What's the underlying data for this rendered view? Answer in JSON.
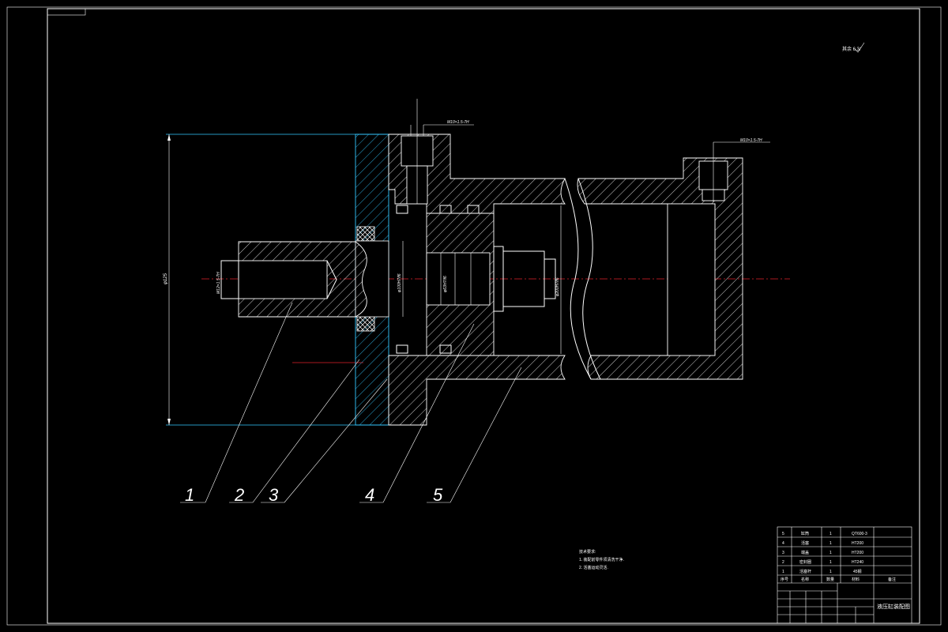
{
  "drawing": {
    "part_numbers": [
      "1",
      "2",
      "3",
      "4",
      "5"
    ],
    "dimensions": {
      "overall_height": "φ125",
      "thread_bolt": "M12×1.5-7H",
      "thread_top_left": "M10×1.5-7H",
      "thread_top_right": "M10×1.5-7H",
      "bore_piston": "φ100H7/f6",
      "bore_inner": "φ63H7/f6",
      "bore_cylinder": "φ200H7/f6"
    },
    "roughness_note": "其余 6.3/",
    "technical_notes": {
      "heading": "技术要求:",
      "line1": "1. 装配前零件须清洗干净.",
      "line2": "2. 活塞运动灵活."
    }
  },
  "parts_list": {
    "headers": {
      "no": "序号",
      "name": "名称",
      "qty": "数量",
      "material": "材料",
      "remark": "备注"
    },
    "rows": [
      {
        "no": "5",
        "name": "缸筒",
        "qty": "1",
        "material": "QT600-3"
      },
      {
        "no": "4",
        "name": "活塞",
        "qty": "1",
        "material": "HT200"
      },
      {
        "no": "3",
        "name": "端盖",
        "qty": "1",
        "material": "HT200"
      },
      {
        "no": "2",
        "name": "密封圈",
        "qty": "1",
        "material": "HT240"
      },
      {
        "no": "1",
        "name": "活塞杆",
        "qty": "1",
        "material": "45钢"
      }
    ]
  },
  "title_block": {
    "title": "液压缸装配图"
  }
}
